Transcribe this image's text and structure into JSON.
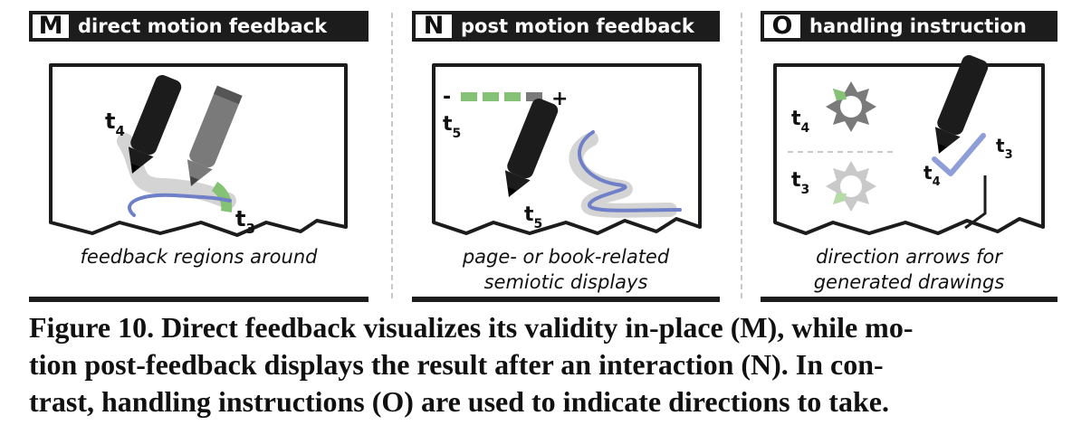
{
  "panels": [
    {
      "letter": "M",
      "title": "direct motion feedback",
      "caption": [
        "feedback regions around"
      ],
      "labels": {
        "t4": {
          "base": "t",
          "sub": "4"
        },
        "t3": {
          "base": "t",
          "sub": "3"
        }
      }
    },
    {
      "letter": "N",
      "title": "post motion feedback",
      "caption": [
        "page- or book-related",
        "semiotic displays"
      ],
      "labels": {
        "minus": "-",
        "plus": "+",
        "t5a": {
          "base": "t",
          "sub": "5"
        },
        "t5b": {
          "base": "t",
          "sub": "5"
        }
      }
    },
    {
      "letter": "O",
      "title": "handling instruction",
      "caption": [
        "direction arrows for",
        "generated drawings"
      ],
      "labels": {
        "t4a": {
          "base": "t",
          "sub": "4"
        },
        "t3a": {
          "base": "t",
          "sub": "3"
        },
        "t3b": {
          "base": "t",
          "sub": "3"
        },
        "t4b": {
          "base": "t",
          "sub": "4"
        }
      }
    }
  ],
  "figure_caption": [
    "Figure 10. Direct feedback visualizes its validity in-place (M), while mo-",
    "tion post-feedback displays the result after an interaction (N). In con-",
    "trast, handling instructions (O) are used to indicate directions to take."
  ],
  "colors": {
    "dark": "#1c1c1c",
    "green": "#86c276",
    "light_green": "#b7dba7",
    "blue": "#6f80c8",
    "gray": "#7a7a7a",
    "light_gray": "#c9c9c9"
  }
}
